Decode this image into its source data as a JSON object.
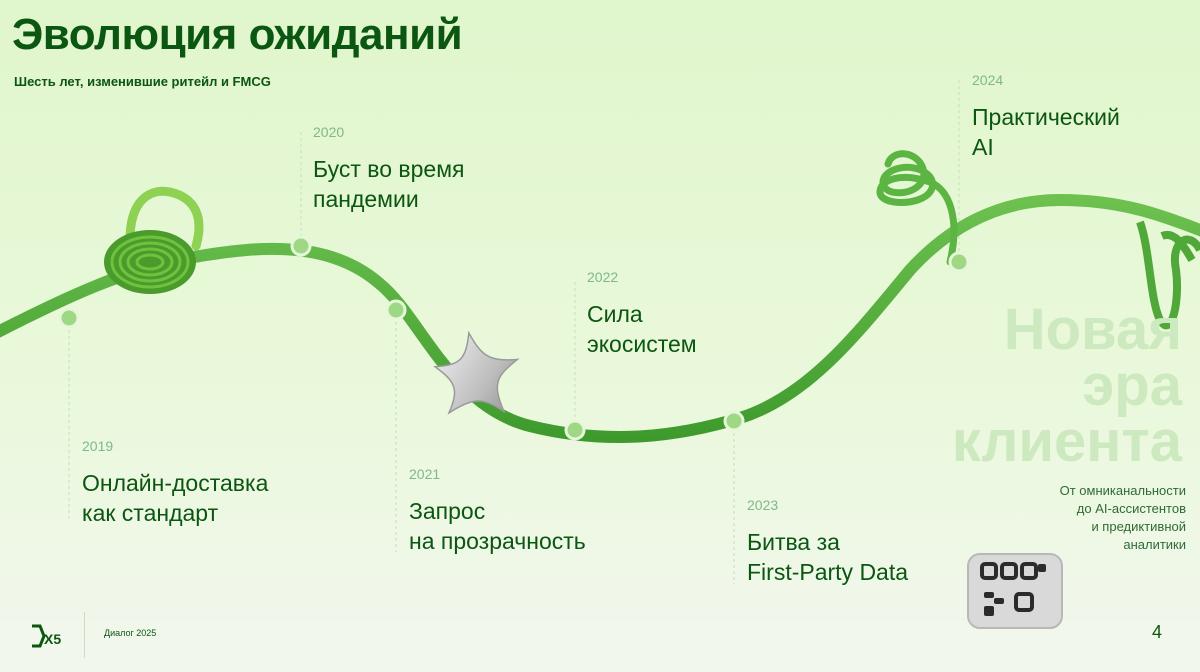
{
  "slide": {
    "title": "Эволюция ожиданий",
    "subtitle": "Шесть лет, изменившие ритейл и FMCG",
    "page_number": "4"
  },
  "milestones": [
    {
      "year": "2019",
      "label": "Онлайн-доставка\nкак стандарт"
    },
    {
      "year": "2020",
      "label": "Буст во время\nпандемии"
    },
    {
      "year": "2021",
      "label": "Запрос\nна прозрачность"
    },
    {
      "year": "2022",
      "label": "Сила\nэкосистем"
    },
    {
      "year": "2023",
      "label": "Битва за\nFirst-Party Data"
    },
    {
      "year": "2024",
      "label": "Практический\nAI"
    }
  ],
  "era": {
    "heading": "Новая\nэра\nклиента",
    "caption": "От омниканальности\nдо AI-ассистентов\nи предиктивной\nаналитики"
  },
  "footer": {
    "logo_text": "X5",
    "event": "Диалог 2025"
  },
  "colors": {
    "background": "#e4f6d2",
    "title": "#0b5611",
    "curve": "#4fa838",
    "marker": "#9fd884",
    "year": "#7fb98a",
    "era_text": "#cde9bf"
  }
}
